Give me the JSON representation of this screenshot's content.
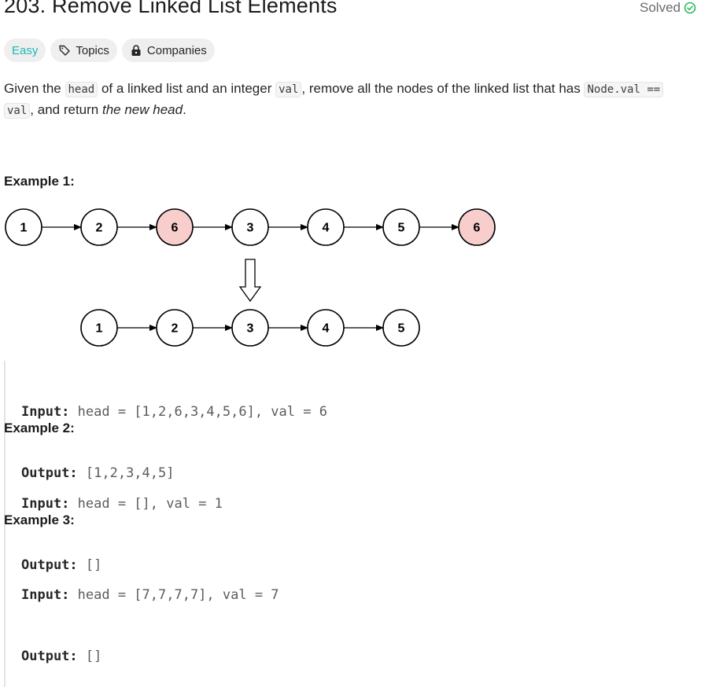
{
  "problem": {
    "title": "203. Remove Linked List Elements",
    "status": "Solved"
  },
  "tags": {
    "difficulty": "Easy",
    "topics": "Topics",
    "companies": "Companies"
  },
  "description": {
    "p1": "Given the ",
    "c1": "head",
    "p2": " of a linked list and an integer ",
    "c2": "val",
    "p3": ", remove all the nodes of the linked list that has ",
    "c3": "Node.val ==",
    "c4": "val",
    "p4": ", and return ",
    "p5": "the new head",
    "p6": "."
  },
  "example1": {
    "heading": "Example 1:",
    "input_label": "Input:",
    "input_value": " head = [1,2,6,3,4,5,6], val = 6",
    "output_label": "Output:",
    "output_value": " [1,2,3,4,5]"
  },
  "example2": {
    "heading": "Example 2:",
    "input_label": "Input:",
    "input_value": " head = [], val = 1",
    "output_label": "Output:",
    "output_value": " []"
  },
  "example3": {
    "heading": "Example 3:",
    "input_label": "Input:",
    "input_value": " head = [7,7,7,7], val = 7",
    "output_label": "Output:",
    "output_value": " []"
  },
  "diagram": {
    "top": [
      "1",
      "2",
      "6",
      "3",
      "4",
      "5",
      "6"
    ],
    "removed": [
      false,
      false,
      true,
      false,
      false,
      false,
      true
    ],
    "bottom": [
      "1",
      "2",
      "3",
      "4",
      "5"
    ],
    "removed_fill": "#f8cecc"
  }
}
